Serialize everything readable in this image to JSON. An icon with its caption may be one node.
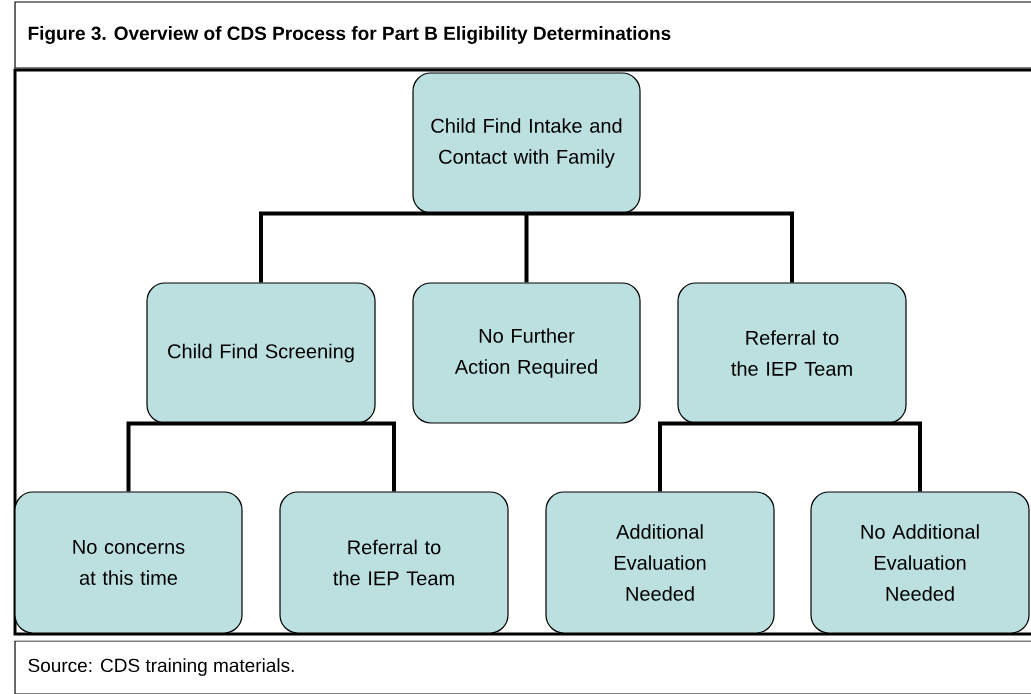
{
  "diagram": {
    "title": "Figure 3. Overview of CDS Process for Part B Eligibility Determinations",
    "caption": "Source: CDS training materials.",
    "nodes": [
      {
        "text": [
          "Child Find Intake and Contact with Family"
        ]
      },
      {
        "text": [
          "Child Find Screening"
        ]
      },
      {
        "text": [
          "No Further Action Required"
        ]
      },
      {
        "text": [
          "Referral to the IEP Team"
        ]
      },
      {
        "text": [
          "No concerns at this time"
        ]
      },
      {
        "text": [
          "Referral to the IEP Team"
        ]
      },
      {
        "text": [
          "Additional Evaluation Needed"
        ]
      },
      {
        "text": [
          "No Additional Evaluation Needed"
        ]
      }
    ],
    "edges": [
      {
        "from": 0,
        "to": 1,
        "arrow": "none"
      },
      {
        "from": 0,
        "to": 2,
        "arrow": "none"
      },
      {
        "from": 0,
        "to": 3,
        "arrow": "none"
      },
      {
        "from": 1,
        "to": 4,
        "arrow": "none"
      },
      {
        "from": 1,
        "to": 5,
        "arrow": "none"
      },
      {
        "from": 3,
        "to": 6,
        "arrow": "none"
      },
      {
        "from": 3,
        "to": 7,
        "arrow": "none"
      }
    ]
  }
}
